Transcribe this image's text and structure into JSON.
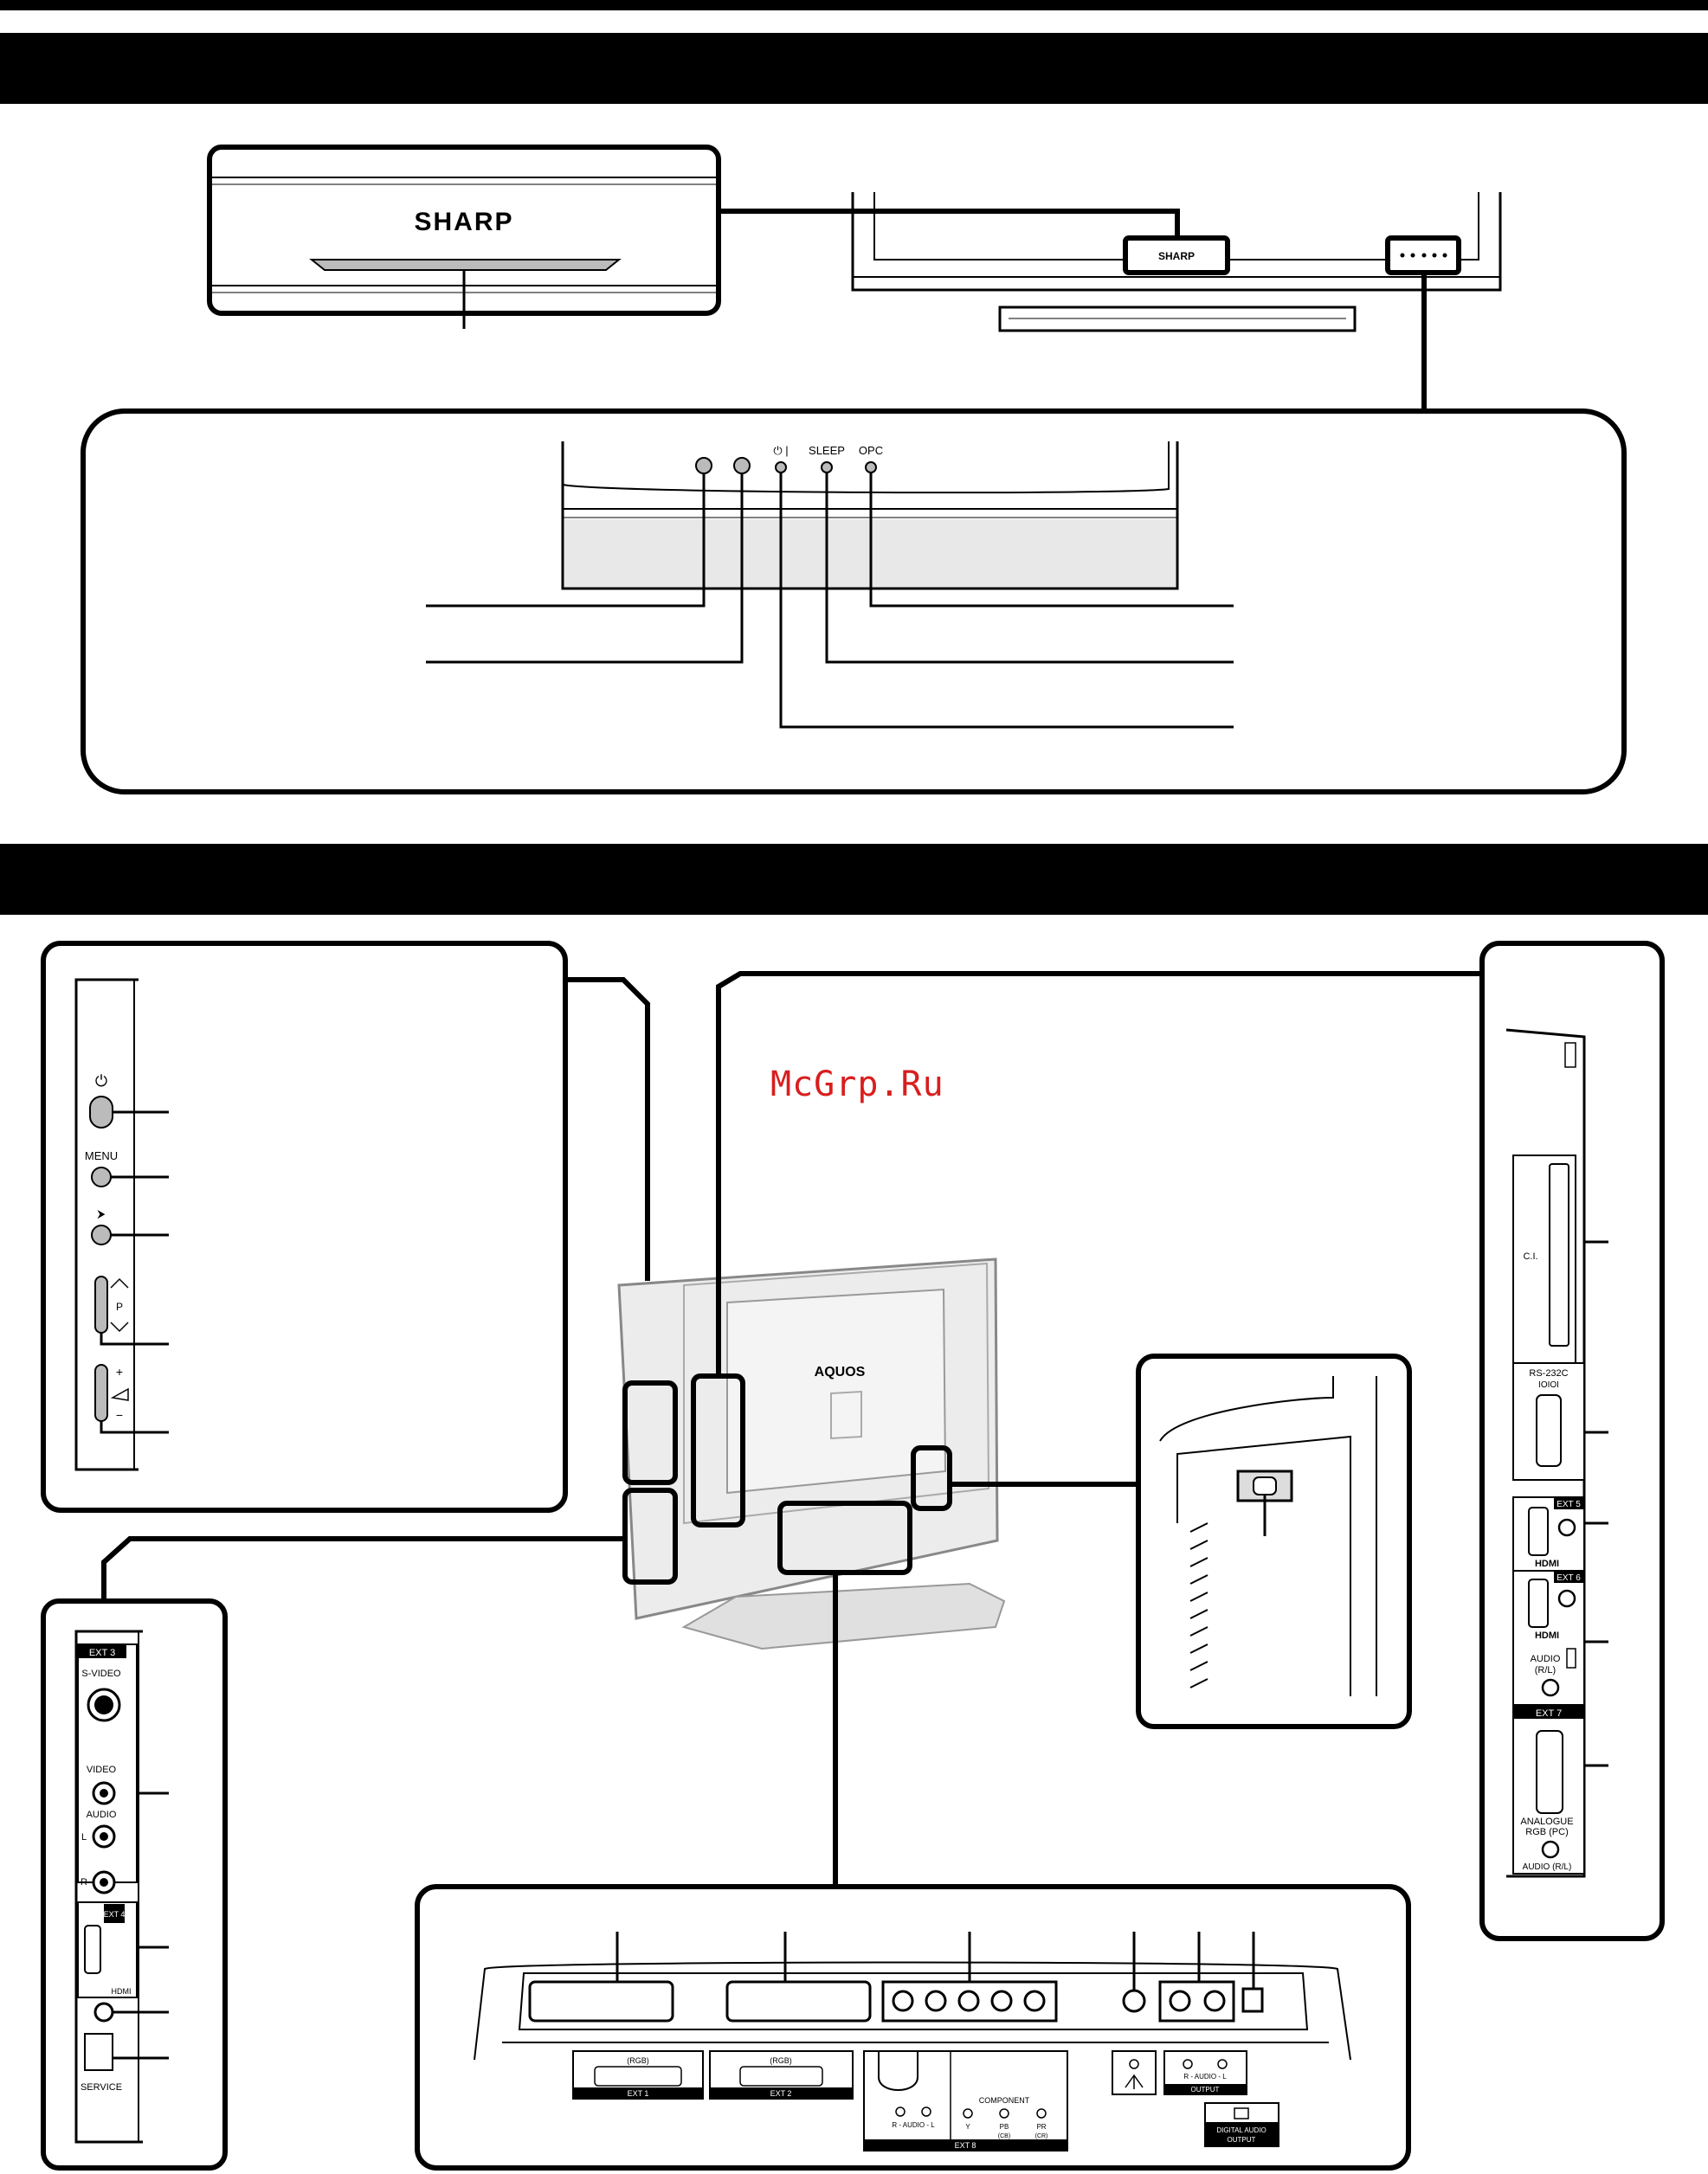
{
  "front": {
    "brand": "SHARP",
    "brand_small": "SHARP",
    "indicators": {
      "power": "⏻ |",
      "sleep": "SLEEP",
      "opc": "OPC"
    }
  },
  "rear_label": "AQUOS",
  "watermark": "McGrp.Ru",
  "side_panel": {
    "power_symbol": "⏻",
    "menu": "MENU",
    "input_symbol": "⮞",
    "program": "P",
    "plus": "+",
    "minus": "−"
  },
  "left_terminals": {
    "ext3": "EXT 3",
    "svideo": "S-VIDEO",
    "video": "VIDEO",
    "audio": "AUDIO",
    "l": "L",
    "r": "R",
    "ext4": "EXT 4",
    "hdmi": "HDMI",
    "service": "SERVICE"
  },
  "right_terminals": {
    "ci": "C.I.",
    "rs232c": "RS-232C",
    "rs232c_sub": "IOIOI",
    "ext5": "EXT 5",
    "ext6": "EXT 6",
    "hdmi_logo": "HDMI",
    "audio": "AUDIO",
    "audio_sub": "(R/L)",
    "ext7": "EXT 7",
    "analogue": "ANALOGUE",
    "rgb_pc": "RGB (PC)",
    "audio_rl": "AUDIO (R/L)"
  },
  "bottom_terminals": {
    "rgb1": "(RGB)",
    "ext1": "EXT 1",
    "rgb2": "(RGB)",
    "ext2": "EXT 2",
    "component": "COMPONENT",
    "r_audio_l": "R - AUDIO - L",
    "y": "Y",
    "pb": "PB",
    "cb": "(CB)",
    "pr": "PR",
    "cr": "(CR)",
    "ext8": "EXT 8",
    "output_audio": "R - AUDIO - L",
    "output": "OUTPUT",
    "digital_audio": "DIGITAL AUDIO",
    "digital_output": "OUTPUT"
  }
}
